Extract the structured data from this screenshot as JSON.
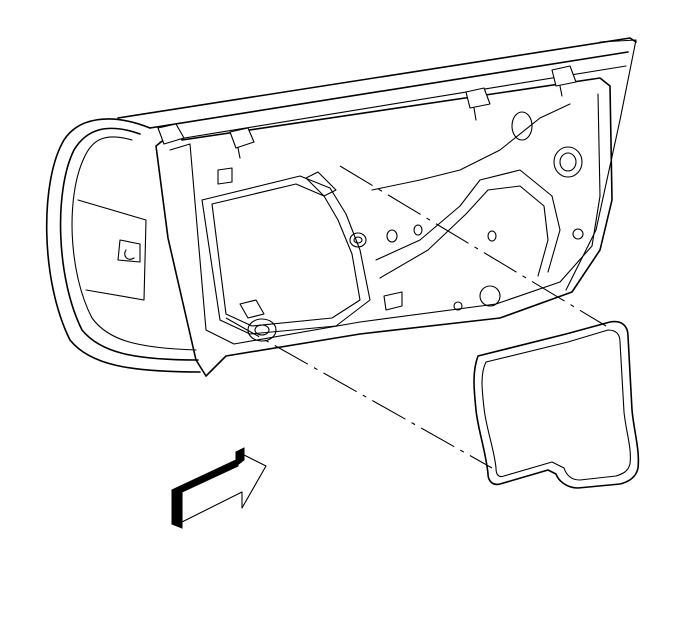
{
  "diagram": {
    "subject": "door-inner-panel-with-water-deflector",
    "parts": [
      "door-inner-panel",
      "water-deflector",
      "direction-arrow"
    ],
    "colors": {
      "line": "#000000",
      "background": "#ffffff"
    }
  }
}
